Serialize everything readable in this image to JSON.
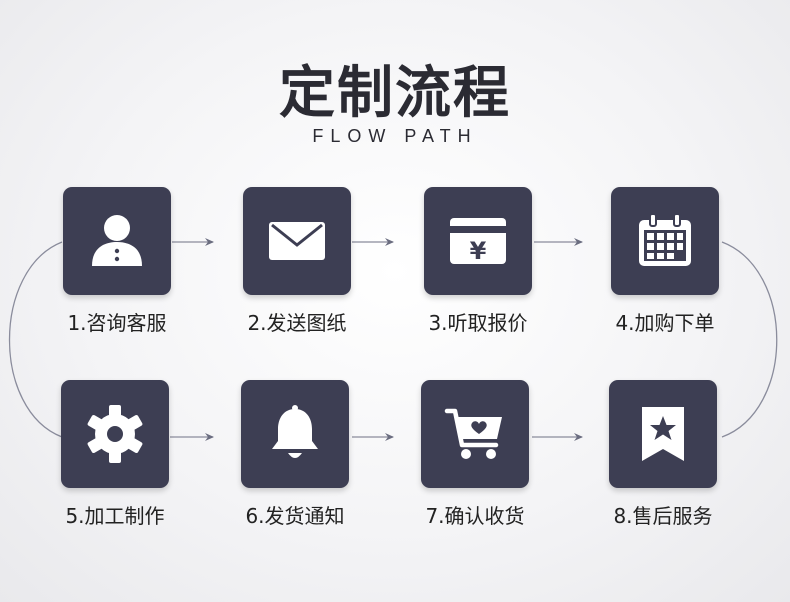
{
  "title": "定制流程",
  "subtitle": "FLOW PATH",
  "colors": {
    "tile": "#3d3e53",
    "icon": "#ffffff",
    "arrow": "#6b6d80",
    "text": "#222222"
  },
  "steps": [
    {
      "label": "1.咨询客服",
      "icon": "user-icon"
    },
    {
      "label": "2.发送图纸",
      "icon": "envelope-icon"
    },
    {
      "label": "3.听取报价",
      "icon": "yen-card-icon"
    },
    {
      "label": "4.加购下单",
      "icon": "calendar-icon"
    },
    {
      "label": "5.加工制作",
      "icon": "gear-icon"
    },
    {
      "label": "6.发货通知",
      "icon": "bell-icon"
    },
    {
      "label": "7.确认收货",
      "icon": "shopping-cart-icon"
    },
    {
      "label": "8.售后服务",
      "icon": "star-bookmark-icon"
    }
  ]
}
